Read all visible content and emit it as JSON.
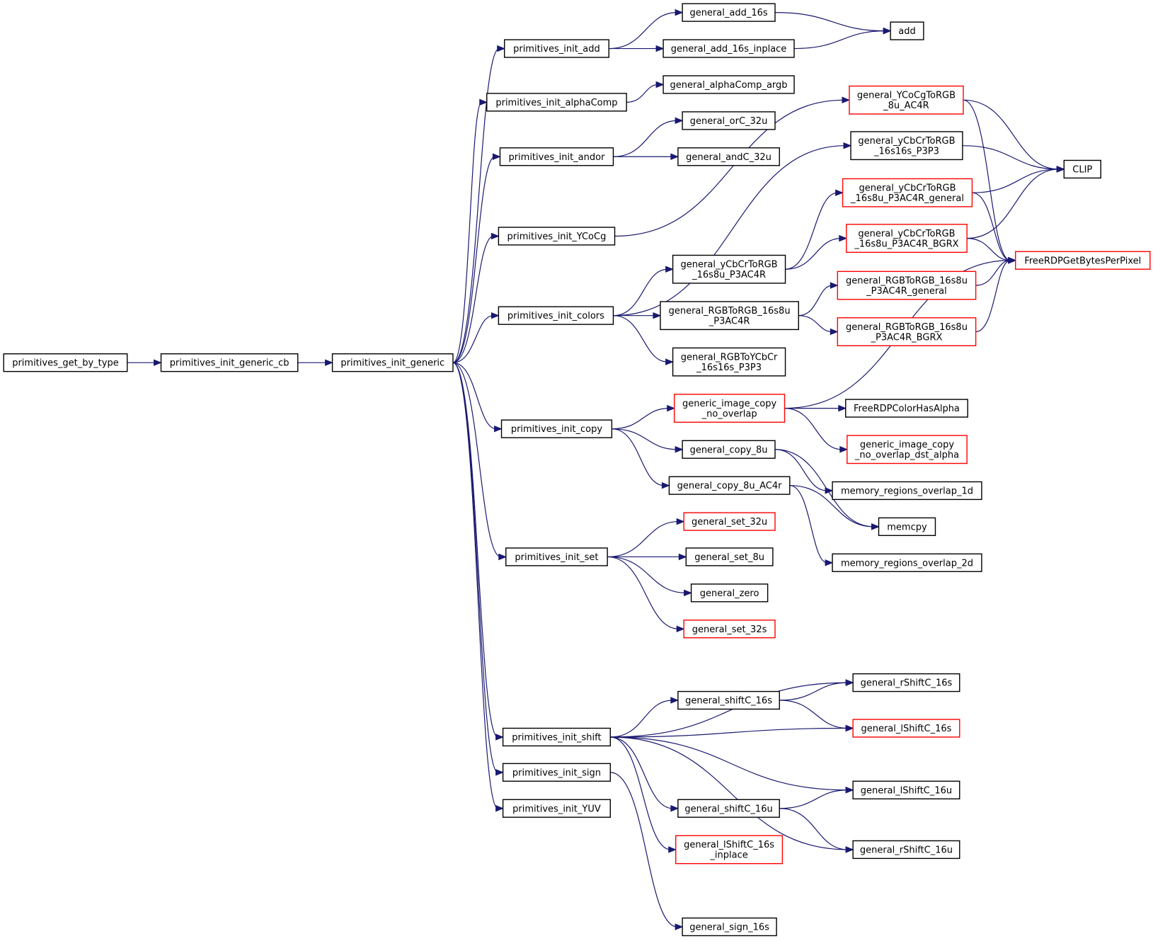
{
  "colors": {
    "edge": "#191970",
    "node_border": "#000000",
    "node_border_truncated": "#ff0000",
    "node_fill": "#ffffff",
    "root_fill": "#bfbfbf"
  },
  "nodes": [
    {
      "id": "primitives_get_by_type",
      "lines": [
        "primitives_get_by_type"
      ],
      "root": true
    },
    {
      "id": "primitives_init_generic_cb",
      "lines": [
        "primitives_init_generic_cb"
      ]
    },
    {
      "id": "primitives_init_generic",
      "lines": [
        "primitives_init_generic"
      ]
    },
    {
      "id": "primitives_init_add",
      "lines": [
        "primitives_init_add"
      ]
    },
    {
      "id": "primitives_init_alphaComp",
      "lines": [
        "primitives_init_alphaComp"
      ]
    },
    {
      "id": "primitives_init_andor",
      "lines": [
        "primitives_init_andor"
      ]
    },
    {
      "id": "primitives_init_YCoCg",
      "lines": [
        "primitives_init_YCoCg"
      ]
    },
    {
      "id": "primitives_init_colors",
      "lines": [
        "primitives_init_colors"
      ]
    },
    {
      "id": "primitives_init_copy",
      "lines": [
        "primitives_init_copy"
      ]
    },
    {
      "id": "primitives_init_set",
      "lines": [
        "primitives_init_set"
      ]
    },
    {
      "id": "primitives_init_shift",
      "lines": [
        "primitives_init_shift"
      ]
    },
    {
      "id": "primitives_init_sign",
      "lines": [
        "primitives_init_sign"
      ]
    },
    {
      "id": "primitives_init_YUV",
      "lines": [
        "primitives_init_YUV"
      ]
    },
    {
      "id": "general_add_16s",
      "lines": [
        "general_add_16s"
      ]
    },
    {
      "id": "general_add_16s_inplace",
      "lines": [
        "general_add_16s_inplace"
      ]
    },
    {
      "id": "add",
      "lines": [
        "add"
      ]
    },
    {
      "id": "general_alphaComp_argb",
      "lines": [
        "general_alphaComp_argb"
      ]
    },
    {
      "id": "general_orC_32u",
      "lines": [
        "general_orC_32u"
      ]
    },
    {
      "id": "general_andC_32u",
      "lines": [
        "general_andC_32u"
      ]
    },
    {
      "id": "general_YCoCgToRGB_8u_AC4R",
      "lines": [
        "general_YCoCgToRGB",
        "_8u_AC4R"
      ],
      "truncated": true
    },
    {
      "id": "general_yCbCrToRGB_16s16s_P3P3",
      "lines": [
        "general_yCbCrToRGB",
        "_16s16s_P3P3"
      ]
    },
    {
      "id": "general_yCbCrToRGB_16s8u_P3AC4R_general",
      "lines": [
        "general_yCbCrToRGB",
        "_16s8u_P3AC4R_general"
      ],
      "truncated": true
    },
    {
      "id": "general_yCbCrToRGB_16s8u_P3AC4R_BGRX",
      "lines": [
        "general_yCbCrToRGB",
        "_16s8u_P3AC4R_BGRX"
      ],
      "truncated": true
    },
    {
      "id": "general_yCbCrToRGB_16s8u_P3AC4R",
      "lines": [
        "general_yCbCrToRGB",
        "_16s8u_P3AC4R"
      ]
    },
    {
      "id": "general_RGBToRGB_16s8u_P3AC4R",
      "lines": [
        "general_RGBToRGB_16s8u",
        "_P3AC4R"
      ]
    },
    {
      "id": "general_RGBToRGB_16s8u_P3AC4R_general",
      "lines": [
        "general_RGBToRGB_16s8u",
        "_P3AC4R_general"
      ],
      "truncated": true
    },
    {
      "id": "general_RGBToRGB_16s8u_P3AC4R_BGRX",
      "lines": [
        "general_RGBToRGB_16s8u",
        "_P3AC4R_BGRX"
      ],
      "truncated": true
    },
    {
      "id": "general_RGBToYCbCr_16s16s_P3P3",
      "lines": [
        "general_RGBToYCbCr",
        "_16s16s_P3P3"
      ]
    },
    {
      "id": "CLIP",
      "lines": [
        "CLIP"
      ]
    },
    {
      "id": "FreeRDPGetBytesPerPixel",
      "lines": [
        "FreeRDPGetBytesPerPixel"
      ],
      "truncated": true
    },
    {
      "id": "generic_image_copy_no_overlap",
      "lines": [
        "generic_image_copy",
        "_no_overlap"
      ],
      "truncated": true
    },
    {
      "id": "FreeRDPColorHasAlpha",
      "lines": [
        "FreeRDPColorHasAlpha"
      ]
    },
    {
      "id": "generic_image_copy_no_overlap_dst_alpha",
      "lines": [
        "generic_image_copy",
        "_no_overlap_dst_alpha"
      ],
      "truncated": true
    },
    {
      "id": "general_copy_8u",
      "lines": [
        "general_copy_8u"
      ]
    },
    {
      "id": "general_copy_8u_AC4r",
      "lines": [
        "general_copy_8u_AC4r"
      ]
    },
    {
      "id": "memory_regions_overlap_1d",
      "lines": [
        "memory_regions_overlap_1d"
      ]
    },
    {
      "id": "memcpy",
      "lines": [
        "memcpy"
      ]
    },
    {
      "id": "memory_regions_overlap_2d",
      "lines": [
        "memory_regions_overlap_2d"
      ]
    },
    {
      "id": "general_set_32u",
      "lines": [
        "general_set_32u"
      ],
      "truncated": true
    },
    {
      "id": "general_set_8u",
      "lines": [
        "general_set_8u"
      ]
    },
    {
      "id": "general_zero",
      "lines": [
        "general_zero"
      ]
    },
    {
      "id": "general_set_32s",
      "lines": [
        "general_set_32s"
      ],
      "truncated": true
    },
    {
      "id": "general_rShiftC_16s",
      "lines": [
        "general_rShiftC_16s"
      ]
    },
    {
      "id": "general_shiftC_16s",
      "lines": [
        "general_shiftC_16s"
      ]
    },
    {
      "id": "general_lShiftC_16s",
      "lines": [
        "general_lShiftC_16s"
      ],
      "truncated": true
    },
    {
      "id": "general_lShiftC_16u",
      "lines": [
        "general_lShiftC_16u"
      ]
    },
    {
      "id": "general_shiftC_16u",
      "lines": [
        "general_shiftC_16u"
      ]
    },
    {
      "id": "general_lShiftC_16s_inplace",
      "lines": [
        "general_lShiftC_16s",
        "_inplace"
      ],
      "truncated": true
    },
    {
      "id": "general_rShiftC_16u",
      "lines": [
        "general_rShiftC_16u"
      ]
    },
    {
      "id": "general_sign_16s",
      "lines": [
        "general_sign_16s"
      ]
    }
  ],
  "edges": [
    [
      "primitives_get_by_type",
      "primitives_init_generic_cb"
    ],
    [
      "primitives_init_generic_cb",
      "primitives_init_generic"
    ],
    [
      "primitives_init_generic",
      "primitives_init_add"
    ],
    [
      "primitives_init_generic",
      "primitives_init_alphaComp"
    ],
    [
      "primitives_init_generic",
      "primitives_init_andor"
    ],
    [
      "primitives_init_generic",
      "primitives_init_YCoCg"
    ],
    [
      "primitives_init_generic",
      "primitives_init_colors"
    ],
    [
      "primitives_init_generic",
      "primitives_init_copy"
    ],
    [
      "primitives_init_generic",
      "primitives_init_set"
    ],
    [
      "primitives_init_generic",
      "primitives_init_shift"
    ],
    [
      "primitives_init_generic",
      "primitives_init_sign"
    ],
    [
      "primitives_init_generic",
      "primitives_init_YUV"
    ],
    [
      "primitives_init_add",
      "general_add_16s"
    ],
    [
      "primitives_init_add",
      "general_add_16s_inplace"
    ],
    [
      "general_add_16s",
      "add"
    ],
    [
      "general_add_16s_inplace",
      "add"
    ],
    [
      "primitives_init_alphaComp",
      "general_alphaComp_argb"
    ],
    [
      "primitives_init_andor",
      "general_orC_32u"
    ],
    [
      "primitives_init_andor",
      "general_andC_32u"
    ],
    [
      "primitives_init_YCoCg",
      "general_YCoCgToRGB_8u_AC4R"
    ],
    [
      "general_YCoCgToRGB_8u_AC4R",
      "CLIP"
    ],
    [
      "general_YCoCgToRGB_8u_AC4R",
      "FreeRDPGetBytesPerPixel"
    ],
    [
      "primitives_init_colors",
      "general_yCbCrToRGB_16s16s_P3P3"
    ],
    [
      "primitives_init_colors",
      "general_yCbCrToRGB_16s8u_P3AC4R"
    ],
    [
      "primitives_init_colors",
      "general_RGBToRGB_16s8u_P3AC4R"
    ],
    [
      "primitives_init_colors",
      "general_RGBToYCbCr_16s16s_P3P3"
    ],
    [
      "general_yCbCrToRGB_16s16s_P3P3",
      "CLIP"
    ],
    [
      "general_yCbCrToRGB_16s8u_P3AC4R",
      "general_yCbCrToRGB_16s8u_P3AC4R_general"
    ],
    [
      "general_yCbCrToRGB_16s8u_P3AC4R",
      "general_yCbCrToRGB_16s8u_P3AC4R_BGRX"
    ],
    [
      "general_yCbCrToRGB_16s8u_P3AC4R_general",
      "CLIP"
    ],
    [
      "general_yCbCrToRGB_16s8u_P3AC4R_general",
      "FreeRDPGetBytesPerPixel"
    ],
    [
      "general_yCbCrToRGB_16s8u_P3AC4R_BGRX",
      "CLIP"
    ],
    [
      "general_yCbCrToRGB_16s8u_P3AC4R_BGRX",
      "FreeRDPGetBytesPerPixel"
    ],
    [
      "general_RGBToRGB_16s8u_P3AC4R",
      "general_RGBToRGB_16s8u_P3AC4R_general"
    ],
    [
      "general_RGBToRGB_16s8u_P3AC4R",
      "general_RGBToRGB_16s8u_P3AC4R_BGRX"
    ],
    [
      "general_RGBToRGB_16s8u_P3AC4R_general",
      "FreeRDPGetBytesPerPixel"
    ],
    [
      "general_RGBToRGB_16s8u_P3AC4R_BGRX",
      "FreeRDPGetBytesPerPixel"
    ],
    [
      "primitives_init_copy",
      "generic_image_copy_no_overlap"
    ],
    [
      "primitives_init_copy",
      "general_copy_8u"
    ],
    [
      "primitives_init_copy",
      "general_copy_8u_AC4r"
    ],
    [
      "generic_image_copy_no_overlap",
      "FreeRDPGetBytesPerPixel"
    ],
    [
      "generic_image_copy_no_overlap",
      "FreeRDPColorHasAlpha"
    ],
    [
      "generic_image_copy_no_overlap",
      "generic_image_copy_no_overlap_dst_alpha"
    ],
    [
      "general_copy_8u",
      "memory_regions_overlap_1d"
    ],
    [
      "general_copy_8u",
      "memcpy"
    ],
    [
      "general_copy_8u_AC4r",
      "memcpy"
    ],
    [
      "general_copy_8u_AC4r",
      "memory_regions_overlap_2d"
    ],
    [
      "primitives_init_set",
      "general_set_32u"
    ],
    [
      "primitives_init_set",
      "general_set_8u"
    ],
    [
      "primitives_init_set",
      "general_zero"
    ],
    [
      "primitives_init_set",
      "general_set_32s"
    ],
    [
      "primitives_init_shift",
      "general_rShiftC_16s"
    ],
    [
      "primitives_init_shift",
      "general_shiftC_16s"
    ],
    [
      "primitives_init_shift",
      "general_lShiftC_16s"
    ],
    [
      "primitives_init_shift",
      "general_lShiftC_16u"
    ],
    [
      "primitives_init_shift",
      "general_shiftC_16u"
    ],
    [
      "primitives_init_shift",
      "general_lShiftC_16s_inplace"
    ],
    [
      "primitives_init_shift",
      "general_rShiftC_16u"
    ],
    [
      "general_shiftC_16s",
      "general_rShiftC_16s"
    ],
    [
      "general_shiftC_16s",
      "general_lShiftC_16s"
    ],
    [
      "general_shiftC_16u",
      "general_lShiftC_16u"
    ],
    [
      "general_shiftC_16u",
      "general_rShiftC_16u"
    ],
    [
      "primitives_init_sign",
      "general_sign_16s"
    ]
  ]
}
